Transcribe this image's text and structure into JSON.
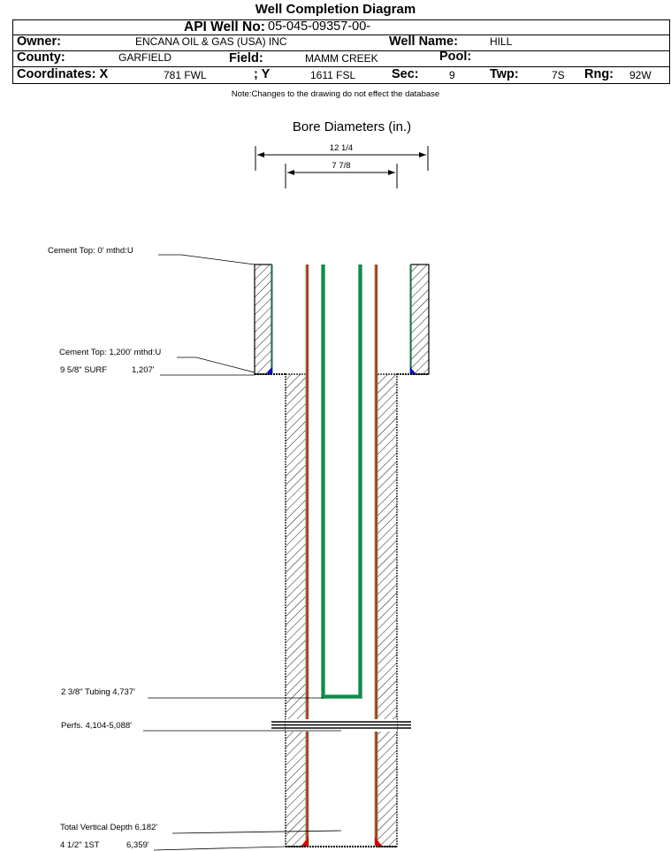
{
  "title": "Well Completion Diagram",
  "header": {
    "api_label": "API Well No:",
    "api_value": "05-045-09357-00-",
    "owner_label": "Owner:",
    "owner_value": "ENCANA OIL & GAS (USA) INC",
    "well_name_label": "Well Name:",
    "well_name_value": "HILL",
    "county_label": "County:",
    "county_value": "GARFIELD",
    "field_label": "Field:",
    "field_value": "MAMM CREEK",
    "pool_label": "Pool:",
    "pool_value": "",
    "coord_x_label": "Coordinates: X",
    "coord_x_value": "781 FWL",
    "coord_y_label": "; Y",
    "coord_y_value": "1611 FSL",
    "sec_label": "Sec:",
    "sec_value": "9",
    "twp_label": "Twp:",
    "twp_value": "7S",
    "rng_label": "Rng:",
    "rng_value": "92W"
  },
  "note": "Note:Changes to the drawing do not effect the database",
  "bore": {
    "title": "Bore Diameters (in.)",
    "diameters": [
      "12 1/4",
      "7 7/8"
    ]
  },
  "annotations": {
    "cement_top_1": "Cement Top: 0' mthd:U",
    "cement_top_2": "Cement Top: 1,200' mthd:U",
    "surface_casing": "9 5/8\" SURF",
    "surface_casing_depth": "1,207'",
    "tubing": "2 3/8\" Tubing 4,737'",
    "perfs": "Perfs. 4,104-5,088'",
    "tvd": "Total Vertical Depth 6,182'",
    "production_casing": "4 1/2\" 1ST",
    "production_casing_depth": "6,359'"
  },
  "colors": {
    "surface_casing": "#1e7a46",
    "production_casing": "#c0392b",
    "tubing": "#0f8a55",
    "surface_shoe": "#0000e0",
    "production_shoe": "#e00000"
  }
}
